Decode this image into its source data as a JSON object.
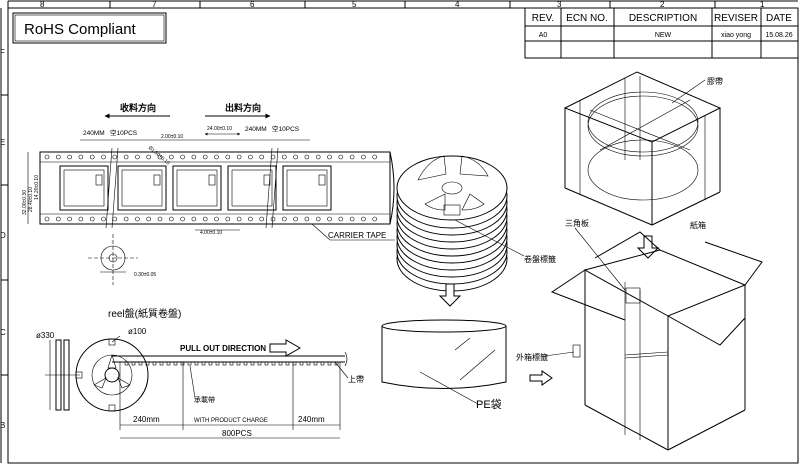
{
  "border": {
    "top_labels": [
      "8",
      "7",
      "6",
      "5",
      "4",
      "3",
      "2",
      "1"
    ],
    "side_labels": [
      "F",
      "E",
      "D",
      "C",
      "B"
    ]
  },
  "title_box": {
    "text": "RoHS Compliant"
  },
  "revision_table": {
    "headers": [
      "REV.",
      "ECN NO.",
      "DESCRIPTION",
      "REVISER",
      "DATE"
    ],
    "rows": [
      [
        "A0",
        "",
        "NEW",
        "xiao yong",
        "15.08.26"
      ]
    ]
  },
  "tape": {
    "feed_in_label": "收料方向",
    "feed_out_label": "出料方向",
    "lead_left": "240MM",
    "empty_left": "空10PCS",
    "lead_right": "240MM",
    "empty_right": "空10PCS",
    "pitch_dim": "24.00±0.10",
    "hole_pitch_dim": "2.00±0.10",
    "hole_dim": "4.00±0.10",
    "hole_diameter": "Ø1.50+0.10",
    "width_dims": [
      "32.00±0.30",
      "28.40±0.10",
      "14.20±0.10"
    ],
    "detail_dim": "0.30±0.05",
    "carrier_label": "CARRIER TAPE"
  },
  "reel": {
    "title": "reel盤(紙質卷盤)",
    "dia_outer": "ø330",
    "dia_hub": "ø100",
    "pull_direction": "PULL OUT DIRECTION",
    "top_tape_label": "上帶",
    "carrier_label": "承載帶",
    "dim_left": "240mm",
    "dim_middle": "WITH PRODUCT CHARGE",
    "dim_right": "240mm",
    "quantity": "800PCS"
  },
  "package": {
    "reel_label": "卷盤標籤",
    "pe_bag_label": "PE袋",
    "tape_label": "膠帶",
    "carton_label": "紙箱",
    "triangle_label": "三角板",
    "outer_label": "外箱標籤"
  }
}
